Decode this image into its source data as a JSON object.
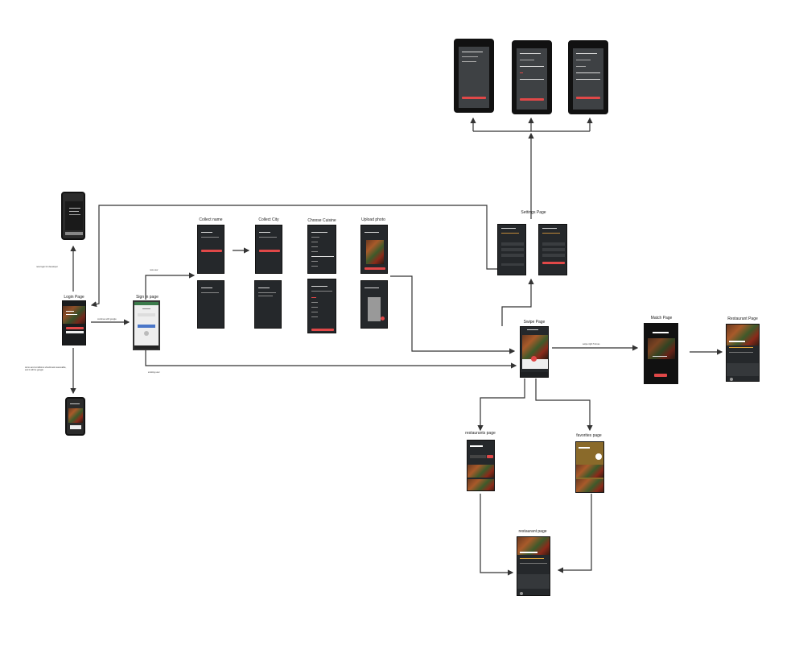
{
  "diagram": {
    "labels": {
      "login_page": "Login Page",
      "sign_in_page": "Sign in page",
      "collect_name": "Collect name",
      "collect_city": "Collect City",
      "choose_cuisine": "Choose Cuisine",
      "upload_photo": "Upload photo",
      "settings_page": "Settings Page",
      "swipe_page": "Swipe Page",
      "match_page": "Match Page",
      "restaurant_page_top": "Restaurant Page",
      "restaurants_page": "restaurants page",
      "favorites_page": "favorites page",
      "restaurant_page_bottom": "restaurant page"
    },
    "notes": {
      "new_login_developer": "new login for developer",
      "continue_with_google": "continue with google",
      "new_user": "new user",
      "existing_user": "existing user",
      "terms_conditions": "terms and conditions should ask reasonable, and it will be google",
      "swipe_right": "swipe right 5 times"
    },
    "colors": {
      "screen_bg": "#25282b",
      "accent_red": "#e04848",
      "arrow": "#333333"
    }
  }
}
